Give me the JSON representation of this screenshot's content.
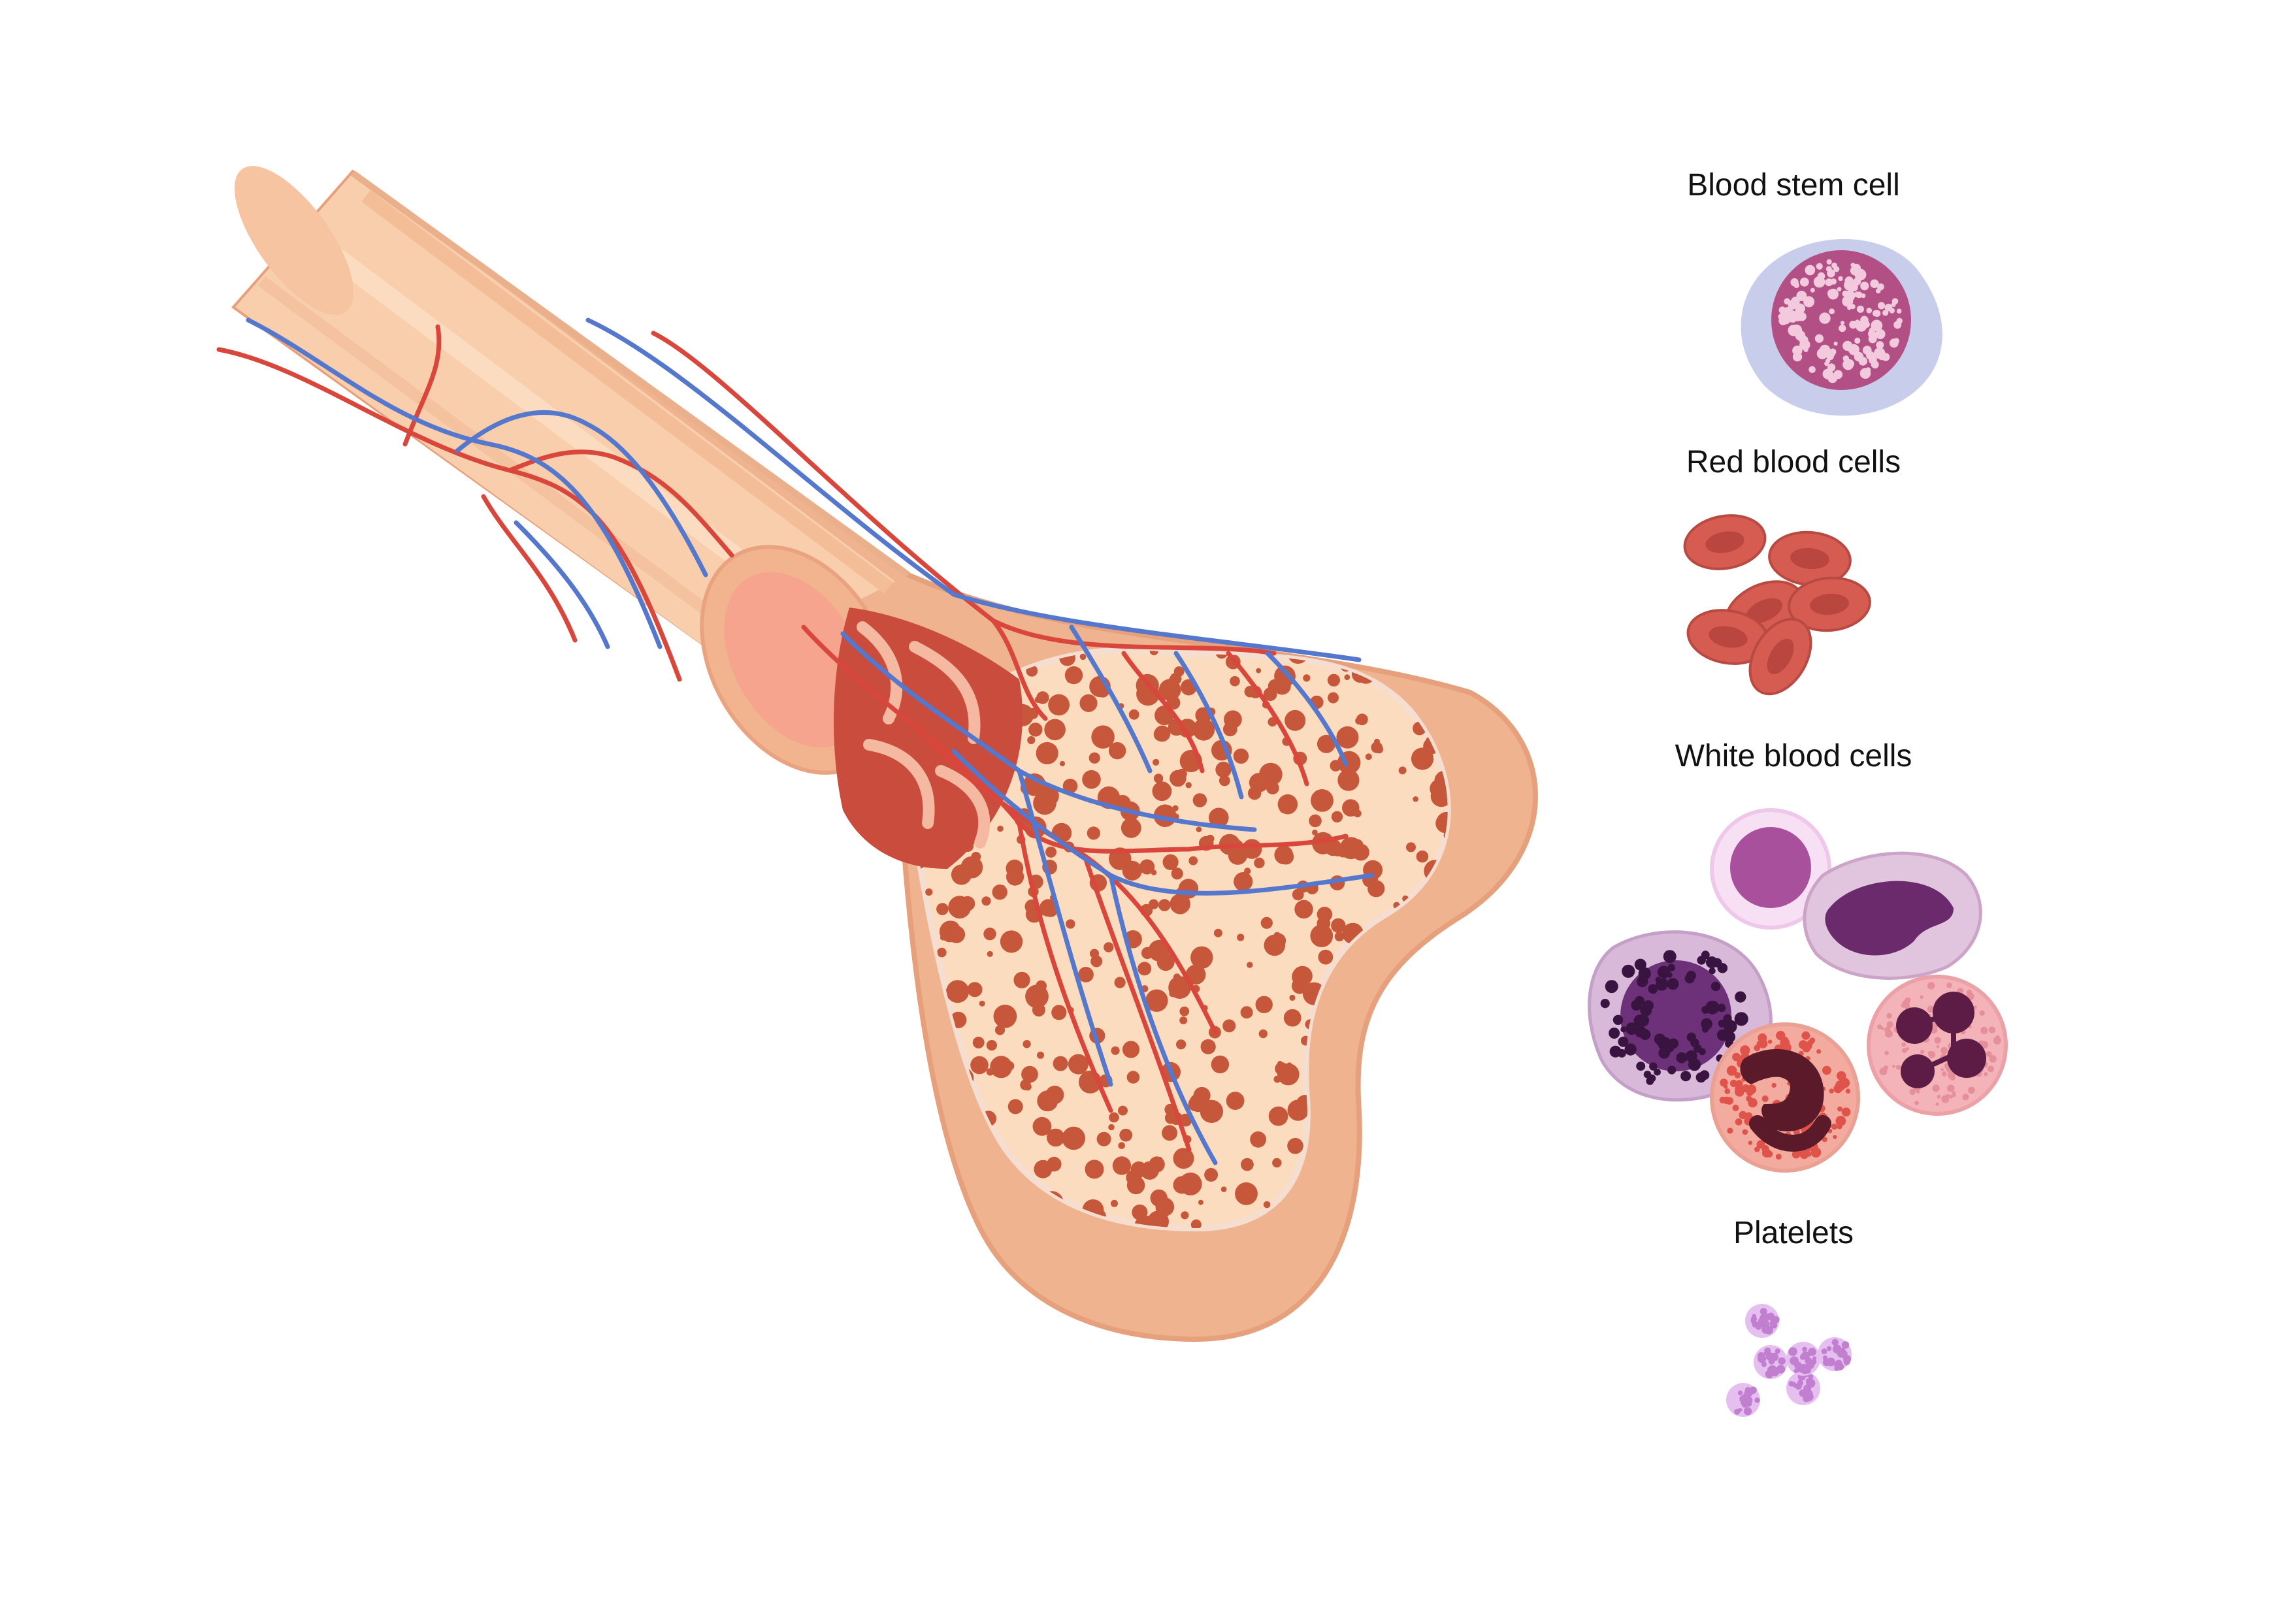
{
  "labels": {
    "stem": "Blood stem cell",
    "red": "Red blood cells",
    "white": "White blood cells",
    "platelets": "Platelets"
  },
  "colors": {
    "bone_surface": "#f7c9a4",
    "bone_cortex": "#e9a883",
    "spongy_interior": "#fbd8b9",
    "marrow_pores": "#c7573a",
    "artery": "#d9473c",
    "vein": "#5577cc",
    "red_cell": "#d65c52",
    "stem_cell": "#b24f84",
    "platelet": "#c27fd0"
  }
}
